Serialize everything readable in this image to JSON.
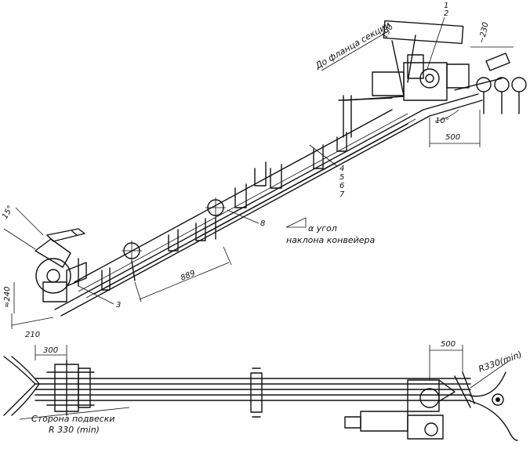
{
  "labels": {
    "to_section_flange": "До фланца секции",
    "inclination_angle_line1": "α угол",
    "inclination_angle_line2": "наклона конвейера",
    "suspension_side": "Сторона подвески",
    "radius_left": "R 330 (min)",
    "radius_right": "R330(min)"
  },
  "callouts": {
    "c1": "1",
    "c2": "2",
    "c3": "3",
    "c4": "4",
    "c5": "5",
    "c6": "6",
    "c7": "7",
    "c8": "8"
  },
  "dimensions": {
    "d190": "190",
    "d230": "~230",
    "d10deg": "10°",
    "d500_top": "500",
    "d889": "889",
    "d15deg": "15°",
    "d240": "≈240",
    "d210": "210",
    "d300": "300",
    "d500_bottom": "500"
  }
}
